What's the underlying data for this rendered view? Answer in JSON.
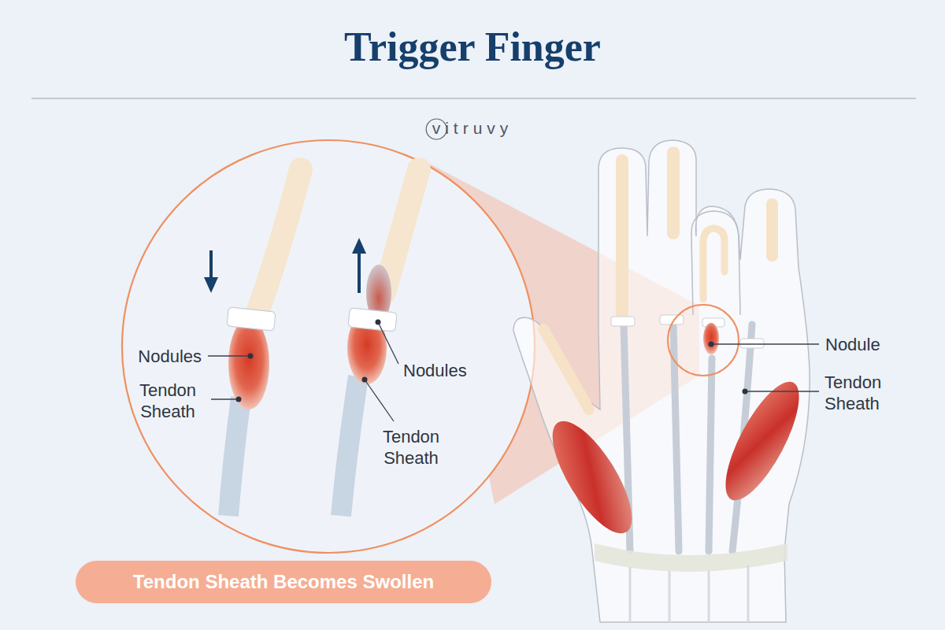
{
  "diagram": {
    "title": "Trigger Finger",
    "nodes": [
      {
        "text": [
          "Tendon Sheath Becomes Swollen"
        ]
      }
    ],
    "labels": [
      "vitruvy",
      "Nodules",
      "Tendon Sheath",
      "Nodules",
      "Tendon Sheath",
      "Nodule",
      "Tendon Sheath"
    ]
  }
}
